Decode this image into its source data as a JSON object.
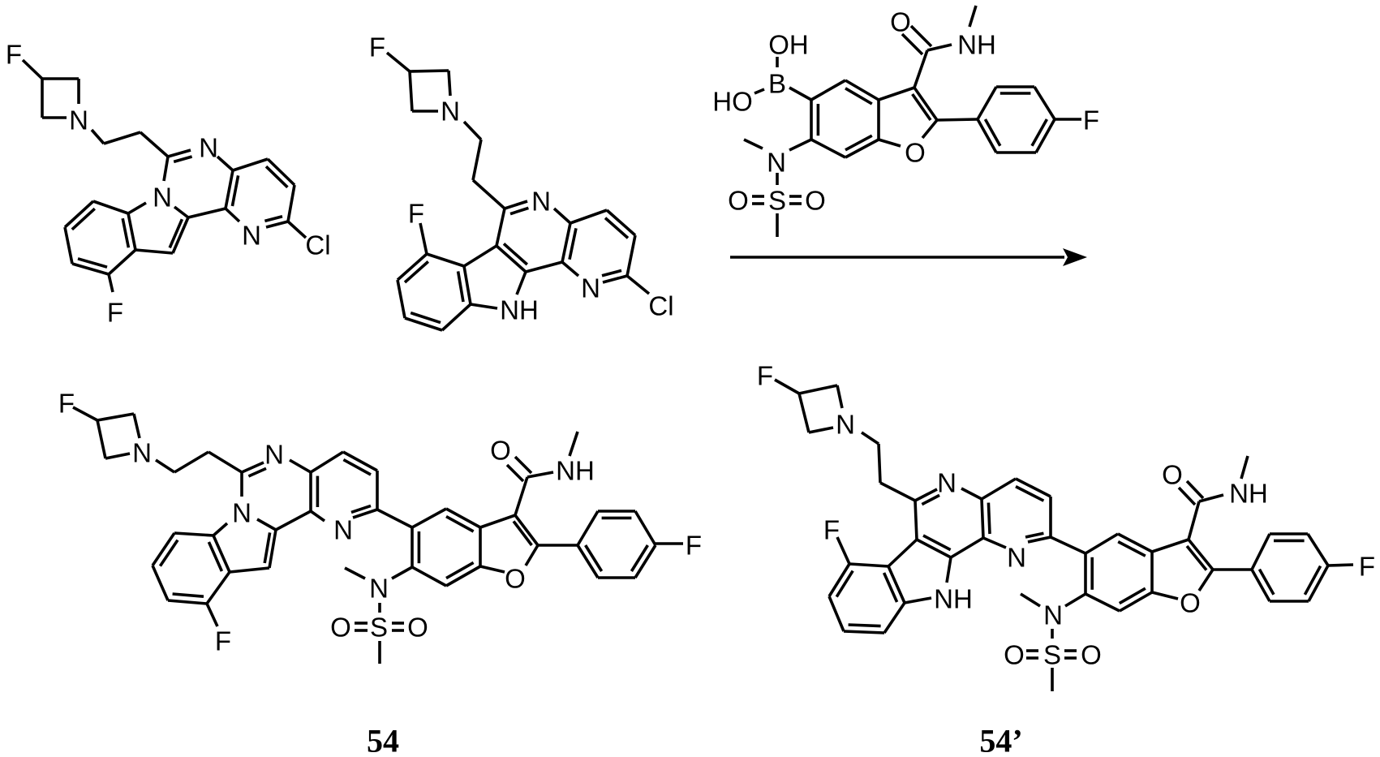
{
  "molecules": [
    {
      "name": "starting-material-pyrimidoindole",
      "atoms": [
        "F",
        "N",
        "N",
        "N",
        "N",
        "Cl",
        "F"
      ]
    },
    {
      "name": "starting-material-pyridoindole",
      "atoms": [
        "F",
        "N",
        "N",
        "N",
        "Cl",
        "NH",
        "F"
      ]
    },
    {
      "name": "boronic-acid-reagent",
      "atoms": [
        "OH",
        "B",
        "HO",
        "O",
        "NH",
        "O",
        "F",
        "N",
        "S",
        "O",
        "O"
      ]
    },
    {
      "name": "product-54",
      "atoms": [
        "F",
        "N",
        "N",
        "N",
        "N",
        "F",
        "O",
        "NH",
        "O",
        "F",
        "N",
        "S",
        "O",
        "O"
      ]
    },
    {
      "name": "product-54-prime",
      "atoms": [
        "F",
        "N",
        "N",
        "N",
        "NH",
        "F",
        "O",
        "NH",
        "O",
        "F",
        "N",
        "S",
        "O",
        "O"
      ]
    }
  ],
  "compound_labels": {
    "product_1": "54",
    "product_2": "54’"
  }
}
